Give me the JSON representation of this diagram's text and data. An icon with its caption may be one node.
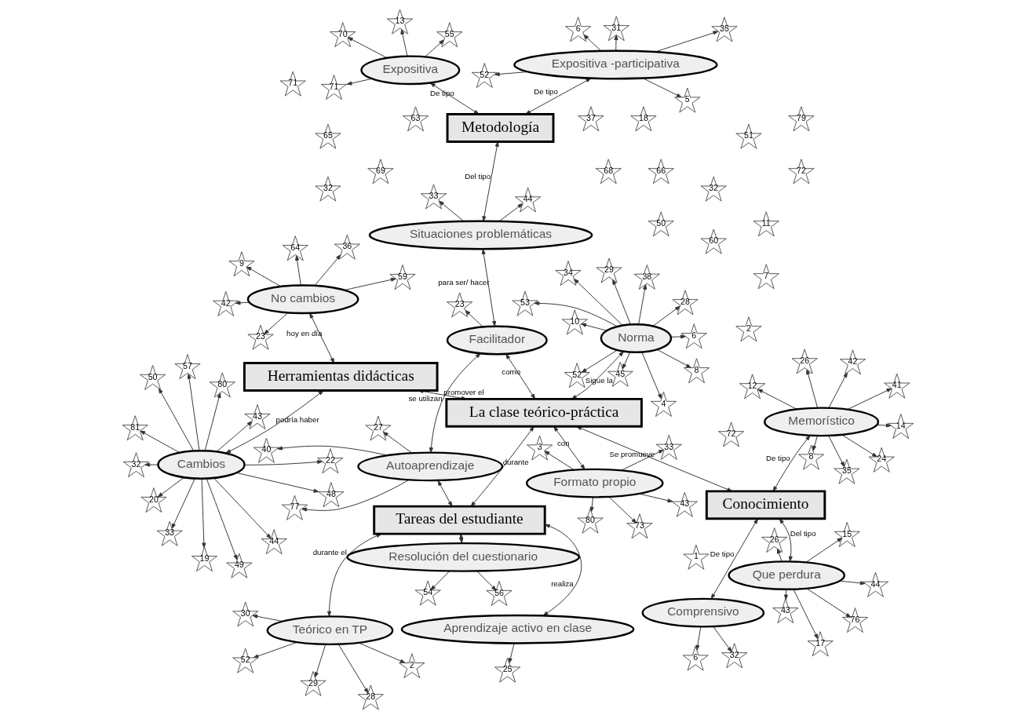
{
  "diagram": {
    "nodes": [
      {
        "text": [
          "Conocimiento"
        ]
      },
      {
        "text": [
          "La clase teórico-práctica"
        ]
      },
      {
        "text": [
          "Tareas del estudiante"
        ]
      },
      {
        "text": [
          "Metodología"
        ]
      },
      {
        "text": [
          "Herramientas didácticas"
        ]
      },
      {
        "text": [
          "Memorístico"
        ]
      },
      {
        "text": [
          "Comprensivo"
        ]
      },
      {
        "text": [
          "Que perdura"
        ]
      },
      {
        "text": [
          "Formato propio"
        ]
      },
      {
        "text": [
          "Teórico en TP"
        ]
      },
      {
        "text": [
          "Aprendizaje activo en clase"
        ]
      },
      {
        "text": [
          "Norma"
        ]
      },
      {
        "text": [
          "Expositiva -participativa"
        ]
      },
      {
        "text": [
          "Situaciones problemáticas"
        ]
      },
      {
        "text": [
          "Facilitador"
        ]
      },
      {
        "text": [
          "Resolución del cuestionario"
        ]
      },
      {
        "text": [
          "Autoaprendizaje"
        ]
      },
      {
        "text": [
          "Expositiva"
        ]
      },
      {
        "text": [
          "Cambios"
        ]
      },
      {
        "text": [
          "No cambios"
        ]
      },
      {
        "text": [
          "35"
        ]
      },
      {
        "text": [
          "50"
        ]
      },
      {
        "text": [
          "60"
        ]
      },
      {
        "text": [
          "8"
        ]
      },
      {
        "text": [
          "41"
        ]
      },
      {
        "text": [
          "42"
        ]
      },
      {
        "text": [
          "26"
        ]
      },
      {
        "text": [
          "24"
        ]
      },
      {
        "text": [
          "14"
        ]
      },
      {
        "text": [
          "12"
        ]
      },
      {
        "text": [
          "6"
        ]
      },
      {
        "text": [
          "32"
        ]
      },
      {
        "text": [
          "15"
        ]
      },
      {
        "text": [
          "26"
        ]
      },
      {
        "text": [
          "17"
        ]
      },
      {
        "text": [
          "43"
        ]
      },
      {
        "text": [
          "44"
        ]
      },
      {
        "text": [
          "76"
        ]
      },
      {
        "text": [
          "25"
        ]
      },
      {
        "text": [
          "2"
        ]
      },
      {
        "text": [
          "28"
        ]
      },
      {
        "text": [
          "29"
        ]
      },
      {
        "text": [
          "30"
        ]
      },
      {
        "text": [
          "52"
        ]
      },
      {
        "text": [
          "3"
        ]
      },
      {
        "text": [
          "32"
        ]
      },
      {
        "text": [
          "33"
        ]
      },
      {
        "text": [
          "43"
        ]
      },
      {
        "text": [
          "66"
        ]
      },
      {
        "text": [
          "68"
        ]
      },
      {
        "text": [
          "69"
        ]
      },
      {
        "text": [
          "72"
        ]
      },
      {
        "text": [
          "80"
        ]
      },
      {
        "text": [
          "73"
        ]
      },
      {
        "text": [
          "1"
        ]
      },
      {
        "text": [
          "2"
        ]
      },
      {
        "text": [
          "4"
        ]
      },
      {
        "text": [
          "6"
        ]
      },
      {
        "text": [
          "8"
        ]
      },
      {
        "text": [
          "10"
        ]
      },
      {
        "text": [
          "28"
        ]
      },
      {
        "text": [
          "29"
        ]
      },
      {
        "text": [
          "34"
        ]
      },
      {
        "text": [
          "38"
        ]
      },
      {
        "text": [
          "45"
        ]
      },
      {
        "text": [
          "51"
        ]
      },
      {
        "text": [
          "52"
        ]
      },
      {
        "text": [
          "53"
        ]
      },
      {
        "text": [
          "65"
        ]
      },
      {
        "text": [
          "5"
        ]
      },
      {
        "text": [
          "6"
        ]
      },
      {
        "text": [
          "31"
        ]
      },
      {
        "text": [
          "35"
        ]
      },
      {
        "text": [
          "52"
        ]
      },
      {
        "text": [
          "32"
        ]
      },
      {
        "text": [
          "33"
        ]
      },
      {
        "text": [
          "44"
        ]
      },
      {
        "text": [
          "23"
        ]
      },
      {
        "text": [
          "56"
        ]
      },
      {
        "text": [
          "54"
        ]
      },
      {
        "text": [
          "77"
        ]
      },
      {
        "text": [
          "27"
        ]
      },
      {
        "text": [
          "40"
        ]
      },
      {
        "text": [
          "7"
        ]
      },
      {
        "text": [
          "13"
        ]
      },
      {
        "text": [
          "55"
        ]
      },
      {
        "text": [
          "70"
        ]
      },
      {
        "text": [
          "71"
        ]
      },
      {
        "text": [
          "11"
        ]
      },
      {
        "text": [
          "44"
        ]
      },
      {
        "text": [
          "18"
        ]
      },
      {
        "text": [
          "43"
        ]
      },
      {
        "text": [
          "19"
        ]
      },
      {
        "text": [
          "20"
        ]
      },
      {
        "text": [
          "22"
        ]
      },
      {
        "text": [
          "32"
        ]
      },
      {
        "text": [
          "33"
        ]
      },
      {
        "text": [
          "48"
        ]
      },
      {
        "text": [
          "49"
        ]
      },
      {
        "text": [
          "57"
        ]
      },
      {
        "text": [
          "37"
        ]
      },
      {
        "text": [
          "50"
        ]
      },
      {
        "text": [
          "63"
        ]
      },
      {
        "text": [
          "72"
        ]
      },
      {
        "text": [
          "79"
        ]
      },
      {
        "text": [
          "80"
        ]
      },
      {
        "text": [
          "81"
        ]
      },
      {
        "text": [
          "71"
        ]
      },
      {
        "text": [
          "9"
        ]
      },
      {
        "text": [
          "23"
        ]
      },
      {
        "text": [
          "36"
        ]
      },
      {
        "text": [
          "42"
        ]
      },
      {
        "text": [
          "59"
        ]
      },
      {
        "text": [
          "64"
        ]
      }
    ],
    "edges": [
      {
        "from": 5,
        "to": 0,
        "arrow": "both",
        "label": "De tipo"
      },
      {
        "from": 6,
        "to": 0,
        "arrow": "both",
        "label": "De tipo"
      },
      {
        "from": 0,
        "to": 7,
        "arrow": "both",
        "label": "Del tipo"
      },
      {
        "from": 0,
        "to": 1,
        "arrow": "both",
        "label": "Se promueve"
      },
      {
        "from": 8,
        "to": 1,
        "arrow": "both",
        "label": "con"
      },
      {
        "from": 1,
        "to": 11,
        "arrow": "both",
        "label": "Sigue la"
      },
      {
        "from": 1,
        "to": 2,
        "arrow": "both",
        "label": "durante"
      },
      {
        "from": 9,
        "to": 2,
        "arrow": "both",
        "label": "durante el"
      },
      {
        "from": 10,
        "to": 2,
        "arrow": "both",
        "label": "realiza"
      },
      {
        "from": 1,
        "to": 14,
        "arrow": "both",
        "label": "como"
      },
      {
        "from": 13,
        "to": 14,
        "arrow": "both",
        "label": "para ser/ hacer"
      },
      {
        "from": 2,
        "to": 15,
        "arrow": "both"
      },
      {
        "from": 2,
        "to": 16,
        "arrow": "both"
      },
      {
        "from": 14,
        "to": 16,
        "arrow": "both",
        "label": "promover el"
      },
      {
        "from": 1,
        "to": 4,
        "arrow": "both",
        "label": "se utilizan"
      },
      {
        "from": 18,
        "to": 4,
        "arrow": "both",
        "label": "podría haber"
      },
      {
        "from": 4,
        "to": 19,
        "arrow": "both",
        "label": "hoy en día"
      },
      {
        "from": 3,
        "to": 12,
        "arrow": "both",
        "label": "De tipo"
      },
      {
        "from": 3,
        "to": 13,
        "arrow": "both",
        "label": "Del tipo"
      },
      {
        "from": 3,
        "to": 17,
        "arrow": "both",
        "label": "De tipo"
      },
      {
        "from": 5,
        "to": 20,
        "arrow": "to"
      },
      {
        "from": 5,
        "to": 23,
        "arrow": "to"
      },
      {
        "from": 5,
        "to": 24,
        "arrow": "to"
      },
      {
        "from": 5,
        "to": 25,
        "arrow": "to"
      },
      {
        "from": 5,
        "to": 26,
        "arrow": "to"
      },
      {
        "from": 5,
        "to": 27,
        "arrow": "to"
      },
      {
        "from": 5,
        "to": 28,
        "arrow": "to"
      },
      {
        "from": 5,
        "to": 29,
        "arrow": "to"
      },
      {
        "from": 6,
        "to": 30,
        "arrow": "to"
      },
      {
        "from": 6,
        "to": 31,
        "arrow": "to"
      },
      {
        "from": 7,
        "to": 32,
        "arrow": "to"
      },
      {
        "from": 7,
        "to": 33,
        "arrow": "to"
      },
      {
        "from": 7,
        "to": 34,
        "arrow": "to"
      },
      {
        "from": 7,
        "to": 35,
        "arrow": "to"
      },
      {
        "from": 7,
        "to": 36,
        "arrow": "to"
      },
      {
        "from": 7,
        "to": 37,
        "arrow": "to"
      },
      {
        "from": 10,
        "to": 38,
        "arrow": "to"
      },
      {
        "from": 9,
        "to": 39,
        "arrow": "to"
      },
      {
        "from": 9,
        "to": 40,
        "arrow": "to"
      },
      {
        "from": 9,
        "to": 41,
        "arrow": "to"
      },
      {
        "from": 9,
        "to": 42,
        "arrow": "to"
      },
      {
        "from": 9,
        "to": 43,
        "arrow": "to"
      },
      {
        "from": 8,
        "to": 44,
        "arrow": "to"
      },
      {
        "from": 8,
        "to": 46,
        "arrow": "to"
      },
      {
        "from": 8,
        "to": 47,
        "arrow": "to"
      },
      {
        "from": 8,
        "to": 52,
        "arrow": "to"
      },
      {
        "from": 8,
        "to": 53,
        "arrow": "to"
      },
      {
        "from": 11,
        "to": 56,
        "arrow": "to"
      },
      {
        "from": 11,
        "to": 57,
        "arrow": "to"
      },
      {
        "from": 11,
        "to": 58,
        "arrow": "to"
      },
      {
        "from": 11,
        "to": 59,
        "arrow": "to"
      },
      {
        "from": 11,
        "to": 60,
        "arrow": "to"
      },
      {
        "from": 11,
        "to": 61,
        "arrow": "to"
      },
      {
        "from": 11,
        "to": 62,
        "arrow": "to"
      },
      {
        "from": 11,
        "to": 63,
        "arrow": "to"
      },
      {
        "from": 11,
        "to": 64,
        "arrow": "to"
      },
      {
        "from": 11,
        "to": 66,
        "arrow": "to"
      },
      {
        "from": 11,
        "to": 67,
        "arrow": "to"
      },
      {
        "from": 12,
        "to": 69,
        "arrow": "to"
      },
      {
        "from": 12,
        "to": 70,
        "arrow": "to"
      },
      {
        "from": 12,
        "to": 71,
        "arrow": "to"
      },
      {
        "from": 12,
        "to": 72,
        "arrow": "to"
      },
      {
        "from": 12,
        "to": 73,
        "arrow": "to"
      },
      {
        "from": 13,
        "to": 75,
        "arrow": "to"
      },
      {
        "from": 13,
        "to": 76,
        "arrow": "to"
      },
      {
        "from": 14,
        "to": 77,
        "arrow": "to"
      },
      {
        "from": 15,
        "to": 78,
        "arrow": "to"
      },
      {
        "from": 15,
        "to": 79,
        "arrow": "to"
      },
      {
        "from": 16,
        "to": 80,
        "arrow": "to"
      },
      {
        "from": 16,
        "to": 81,
        "arrow": "to"
      },
      {
        "from": 16,
        "to": 82,
        "arrow": "to"
      },
      {
        "from": 17,
        "to": 84,
        "arrow": "to"
      },
      {
        "from": 17,
        "to": 85,
        "arrow": "to"
      },
      {
        "from": 17,
        "to": 86,
        "arrow": "to"
      },
      {
        "from": 17,
        "to": 87,
        "arrow": "to"
      },
      {
        "from": 18,
        "to": 89,
        "arrow": "to"
      },
      {
        "from": 18,
        "to": 91,
        "arrow": "to"
      },
      {
        "from": 18,
        "to": 92,
        "arrow": "to"
      },
      {
        "from": 18,
        "to": 93,
        "arrow": "to"
      },
      {
        "from": 18,
        "to": 94,
        "arrow": "to"
      },
      {
        "from": 18,
        "to": 95,
        "arrow": "to"
      },
      {
        "from": 18,
        "to": 96,
        "arrow": "to"
      },
      {
        "from": 18,
        "to": 97,
        "arrow": "to"
      },
      {
        "from": 18,
        "to": 98,
        "arrow": "to"
      },
      {
        "from": 18,
        "to": 99,
        "arrow": "to"
      },
      {
        "from": 18,
        "to": 101,
        "arrow": "to"
      },
      {
        "from": 18,
        "to": 105,
        "arrow": "to"
      },
      {
        "from": 18,
        "to": 106,
        "arrow": "to"
      },
      {
        "from": 19,
        "to": 108,
        "arrow": "to"
      },
      {
        "from": 19,
        "to": 109,
        "arrow": "to"
      },
      {
        "from": 19,
        "to": 110,
        "arrow": "to"
      },
      {
        "from": 19,
        "to": 111,
        "arrow": "to"
      },
      {
        "from": 19,
        "to": 112,
        "arrow": "to"
      },
      {
        "from": 19,
        "to": 113,
        "arrow": "to"
      }
    ]
  }
}
